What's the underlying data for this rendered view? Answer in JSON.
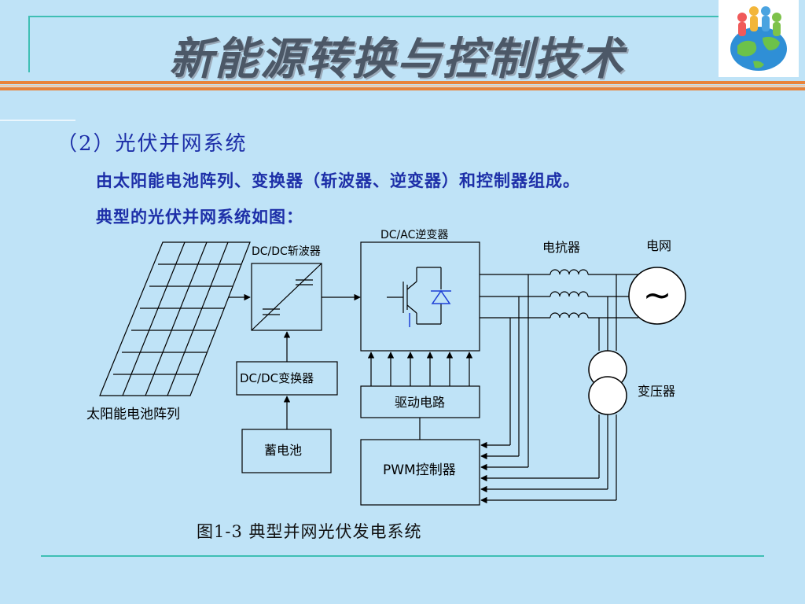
{
  "slide": {
    "title": "新能源转换与控制技术",
    "subheading": "（2）光伏并网系统",
    "line1": "由太阳能电池阵列、变换器（斩波器、逆变器）和控制器组成。",
    "line2": "典型的光伏并网系统如图：",
    "caption": "图1-3 典型并网光伏发电系统"
  },
  "diagram": {
    "solar_array_label": "太阳能电池阵列",
    "chopper_label": "DC/DC斩波器",
    "inverter_label": "DC/AC逆变器",
    "dcdc_converter_label": "DC/DC变换器",
    "battery_label": "蓄电池",
    "drive_circuit_label": "驱动电路",
    "pwm_controller_label": "PWM控制器",
    "reactor_label": "电抗器",
    "grid_label": "电网",
    "transformer_label": "变压器",
    "grid_symbol": "~"
  },
  "colors": {
    "background": "#bfe3f7",
    "title_text": "#4c5867",
    "body_text": "#1d2fa8",
    "stripe_orange": "#e8833a",
    "rule_teal": "#3fbfb4"
  }
}
